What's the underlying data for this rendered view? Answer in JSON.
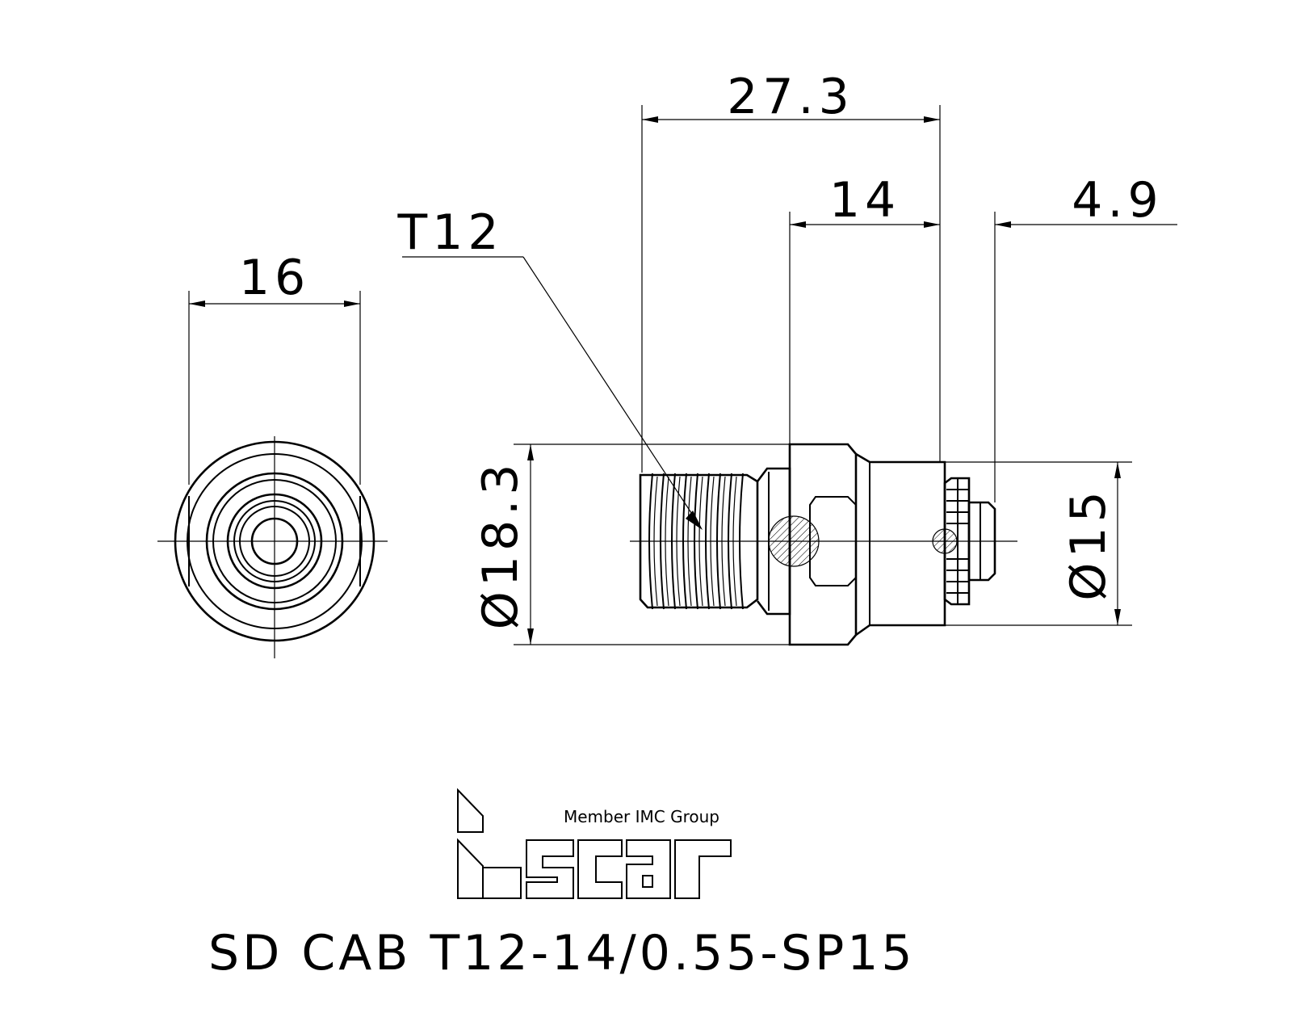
{
  "dimensions": {
    "front_width": "16",
    "overall_length": "27.3",
    "body_length": "14",
    "tip_length": "4.9",
    "thread_label": "T12",
    "head_diameter": "Ø18.3",
    "tip_diameter": "Ø15"
  },
  "logo": {
    "tagline": "Member IMC Group",
    "brand": "iscar"
  },
  "part_number": "SD CAB T12-14/0.55-SP15"
}
